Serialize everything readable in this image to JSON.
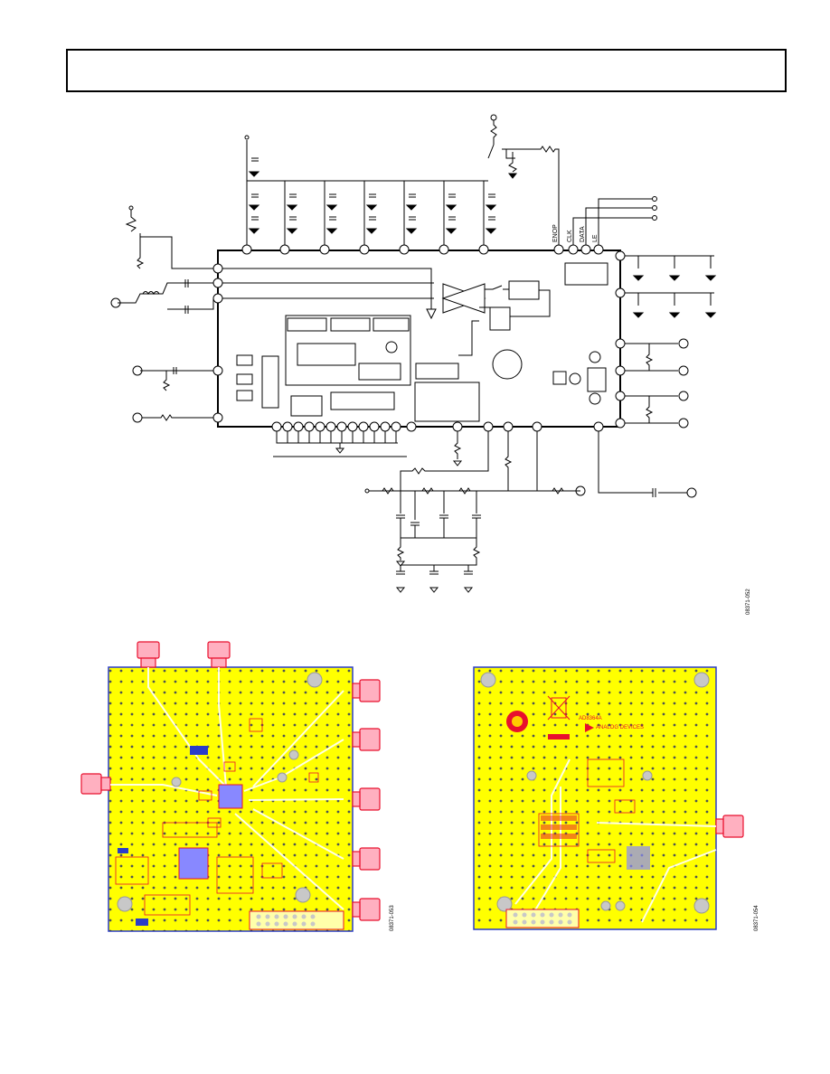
{
  "header": {
    "title": ""
  },
  "schematic": {
    "pin_labels": [
      "ENOP",
      "CLK",
      "DATA",
      "LE"
    ],
    "figure_number": "08371-052"
  },
  "pcb_top": {
    "figure_number": "08371-053"
  },
  "pcb_bottom": {
    "figure_number": "08371-054",
    "logo_text": "ANALOG\nDEVICES",
    "board_id": "AD8364A"
  },
  "colors": {
    "pcb_yellow": "#ffff00",
    "pcb_red": "#e8102e",
    "pcb_blue": "#2a3cc8",
    "pcb_border": "#2a3cc8"
  }
}
